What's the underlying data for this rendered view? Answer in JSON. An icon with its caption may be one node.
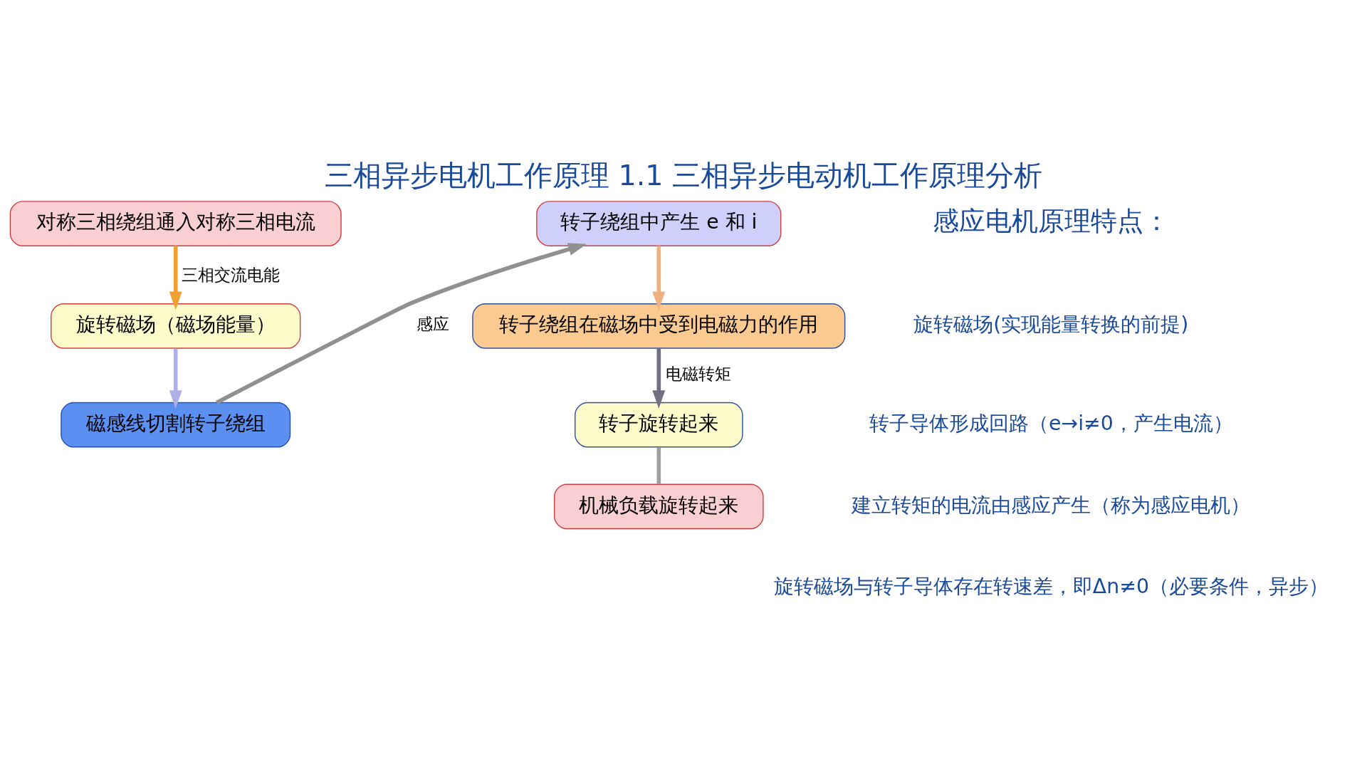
{
  "diagram": {
    "title": "三相异步电机工作原理 1.1 三相异步电动机工作原理分析",
    "nodes": [
      {
        "text": [
          "对称三相绕组通入对称三相电流"
        ]
      },
      {
        "text": [
          "旋转磁场（磁场能量）"
        ]
      },
      {
        "text": [
          "磁感线切割转子绕组"
        ]
      },
      {
        "text": [
          "转子绕组中产生 e 和 i"
        ]
      },
      {
        "text": [
          "转子绕组在磁场中受到电磁力的作用"
        ]
      },
      {
        "text": [
          "转子旋转起来"
        ]
      },
      {
        "text": [
          "机械负载旋转起来"
        ]
      }
    ],
    "edges": [
      {
        "from": 0,
        "to": 1,
        "arrow": "to",
        "label": "三相交流电能",
        "color": "#f0a030"
      },
      {
        "from": 1,
        "to": 2,
        "arrow": "to",
        "color": "#b0b0e8"
      },
      {
        "from": 2,
        "to": 3,
        "arrow": "to",
        "label": "感应",
        "color": "#909090"
      },
      {
        "from": 3,
        "to": 4,
        "arrow": "to",
        "color": "#f0b080"
      },
      {
        "from": 4,
        "to": 5,
        "arrow": "to",
        "label": "电磁转矩",
        "color": "#707080"
      },
      {
        "from": 5,
        "to": 6,
        "arrow": "none",
        "color": "#a0a0a0"
      }
    ],
    "labels": [
      "感应电机原理特点：",
      "旋转磁场(实现能量转换的前提)",
      "转子导体形成回路（e→i≠0，产生电流）",
      "建立转矩的电流由感应产生（称为感应电机）",
      "旋转磁场与转子导体存在转速差，即Δn≠0（必要条件，异步）"
    ]
  }
}
